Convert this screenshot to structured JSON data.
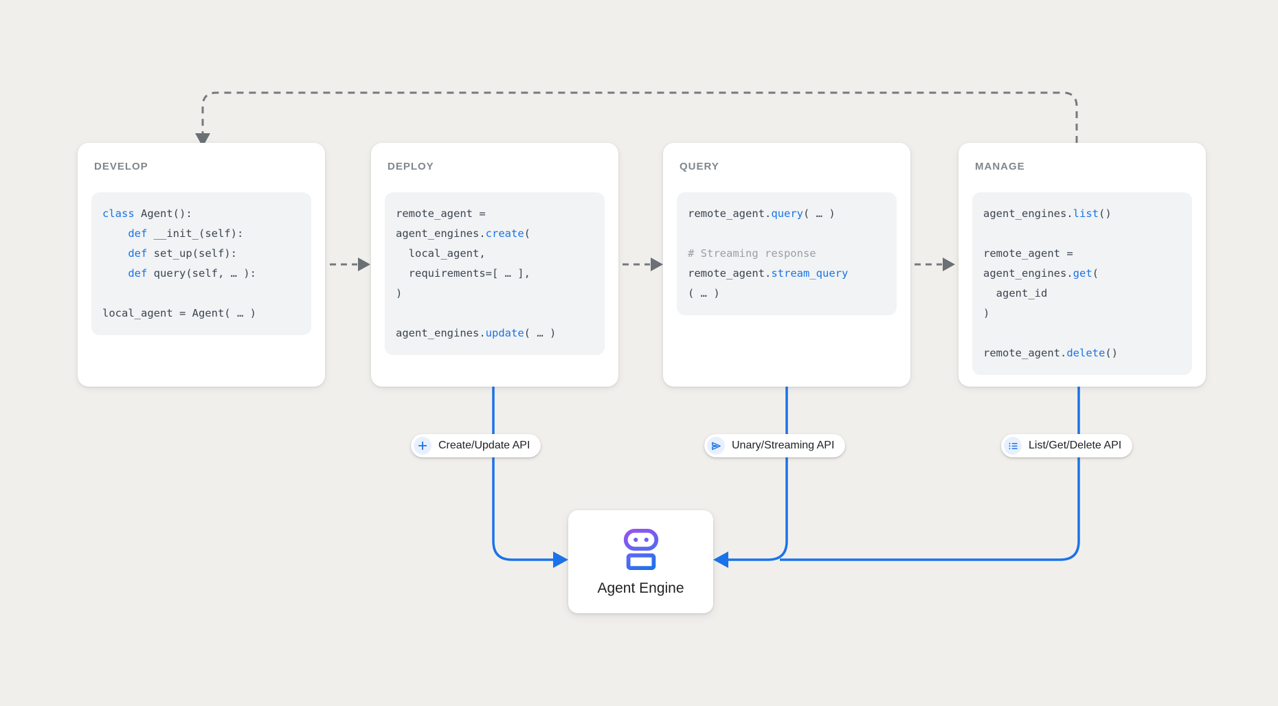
{
  "colors": {
    "background": "#f1efec",
    "accent_blue": "#1a73e8",
    "keyword_blue": "#1a73e8",
    "comment_gray": "#9aa0a6",
    "code_text": "#3c4450",
    "title_gray": "#80868b",
    "dashed_gray": "#75797d",
    "icon_purple": "#9850f0",
    "icon_chip_bg": "#e8f0fe"
  },
  "cards": [
    {
      "title": "DEVELOP",
      "code": [
        [
          {
            "c": "kw",
            "t": "class"
          },
          {
            "c": "pl",
            "t": " Agent():"
          }
        ],
        [
          {
            "c": "pl",
            "t": "    "
          },
          {
            "c": "kw",
            "t": "def"
          },
          {
            "c": "pl",
            "t": " __init_(self):"
          }
        ],
        [
          {
            "c": "pl",
            "t": "    "
          },
          {
            "c": "kw",
            "t": "def"
          },
          {
            "c": "pl",
            "t": " set_up(self):"
          }
        ],
        [
          {
            "c": "pl",
            "t": "    "
          },
          {
            "c": "kw",
            "t": "def"
          },
          {
            "c": "pl",
            "t": " query(self, … ):"
          }
        ],
        [],
        [
          {
            "c": "pl",
            "t": "local_agent = Agent( … )"
          }
        ]
      ]
    },
    {
      "title": "DEPLOY",
      "code": [
        [
          {
            "c": "pl",
            "t": "remote_agent ="
          }
        ],
        [
          {
            "c": "pl",
            "t": "agent_engines."
          },
          {
            "c": "fn",
            "t": "create"
          },
          {
            "c": "pl",
            "t": "("
          }
        ],
        [
          {
            "c": "pl",
            "t": "  local_agent,"
          }
        ],
        [
          {
            "c": "pl",
            "t": "  requirements=[ … ],"
          }
        ],
        [
          {
            "c": "pl",
            "t": ")"
          }
        ],
        [],
        [
          {
            "c": "pl",
            "t": "agent_engines."
          },
          {
            "c": "fn",
            "t": "update"
          },
          {
            "c": "pl",
            "t": "( … )"
          }
        ]
      ]
    },
    {
      "title": "QUERY",
      "code": [
        [
          {
            "c": "pl",
            "t": "remote_agent."
          },
          {
            "c": "fn",
            "t": "query"
          },
          {
            "c": "pl",
            "t": "( … )"
          }
        ],
        [],
        [
          {
            "c": "cm",
            "t": "# Streaming response"
          }
        ],
        [
          {
            "c": "pl",
            "t": "remote_agent."
          },
          {
            "c": "fn",
            "t": "stream_query"
          }
        ],
        [
          {
            "c": "pl",
            "t": "( … )"
          }
        ]
      ]
    },
    {
      "title": "MANAGE",
      "code": [
        [
          {
            "c": "pl",
            "t": "agent_engines."
          },
          {
            "c": "fn",
            "t": "list"
          },
          {
            "c": "pl",
            "t": "()"
          }
        ],
        [],
        [
          {
            "c": "pl",
            "t": "remote_agent ="
          }
        ],
        [
          {
            "c": "pl",
            "t": "agent_engines."
          },
          {
            "c": "fn",
            "t": "get"
          },
          {
            "c": "pl",
            "t": "("
          }
        ],
        [
          {
            "c": "pl",
            "t": "  agent_id"
          }
        ],
        [
          {
            "c": "pl",
            "t": ")"
          }
        ],
        [],
        [
          {
            "c": "pl",
            "t": "remote_agent."
          },
          {
            "c": "fn",
            "t": "delete"
          },
          {
            "c": "pl",
            "t": "()"
          }
        ]
      ]
    }
  ],
  "pills": [
    {
      "icon": "plus-icon",
      "label": "Create/Update API"
    },
    {
      "icon": "send-icon",
      "label": "Unary/Streaming API"
    },
    {
      "icon": "list-icon",
      "label": "List/Get/Delete API"
    }
  ],
  "engine": {
    "icon": "agent-robot-icon",
    "label": "Agent Engine"
  }
}
